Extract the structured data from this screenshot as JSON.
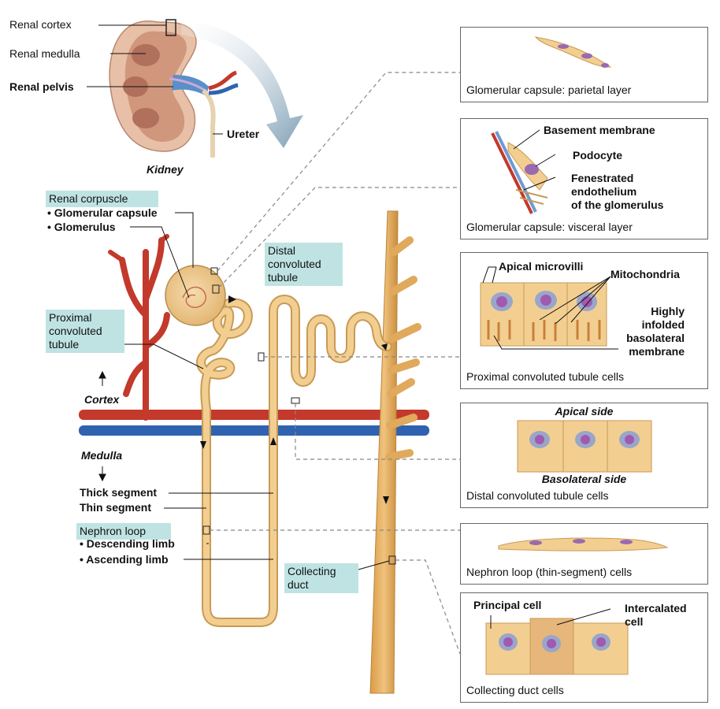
{
  "kidney": {
    "cortex_label": "Renal cortex",
    "medulla_label": "Renal medulla",
    "pelvis_label": "Renal pelvis",
    "ureter_label": "Ureter",
    "title": "Kidney"
  },
  "nephron": {
    "renal_corpuscle": "Renal corpuscle",
    "glomerular_capsule": "• Glomerular capsule",
    "glomerulus": "• Glomerulus",
    "pct": [
      "Proximal",
      "convoluted",
      "tubule"
    ],
    "dct": [
      "Distal",
      "convoluted",
      "tubule"
    ],
    "cortex": "Cortex",
    "medulla": "Medulla",
    "thick_segment": "Thick segment",
    "thin_segment": "Thin segment",
    "nephron_loop": "Nephron loop",
    "descending_limb": "• Descending limb",
    "ascending_limb": "• Ascending limb",
    "collecting_duct": [
      "Collecting",
      "duct"
    ]
  },
  "panels": [
    {
      "caption": "Glomerular capsule: parietal layer"
    },
    {
      "caption": "Glomerular capsule: visceral layer",
      "labels": {
        "basement": "Basement membrane",
        "podocyte": "Podocyte",
        "fenestrated": [
          "Fenestrated",
          "endothelium",
          "of the glomerulus"
        ]
      }
    },
    {
      "caption": "Proximal convoluted tubule cells",
      "labels": {
        "microvilli": "Apical microvilli",
        "mitochondria": "Mitochondria",
        "infolded": [
          "Highly",
          "infolded",
          "basolateral",
          "membrane"
        ]
      }
    },
    {
      "caption": "Distal convoluted tubule cells",
      "labels": {
        "apical": "Apical side",
        "basolateral": "Basolateral side"
      }
    },
    {
      "caption": "Nephron loop (thin-segment) cells"
    },
    {
      "caption": "Collecting duct cells",
      "labels": {
        "principal": "Principal cell",
        "intercalated": [
          "Intercalated",
          "cell"
        ]
      }
    }
  ],
  "colors": {
    "tubule": "#f2cf91",
    "tubule_edge": "#c99a55",
    "artery": "#c3392b",
    "vein": "#2f63b0",
    "highlight": "#bfe3e3"
  }
}
